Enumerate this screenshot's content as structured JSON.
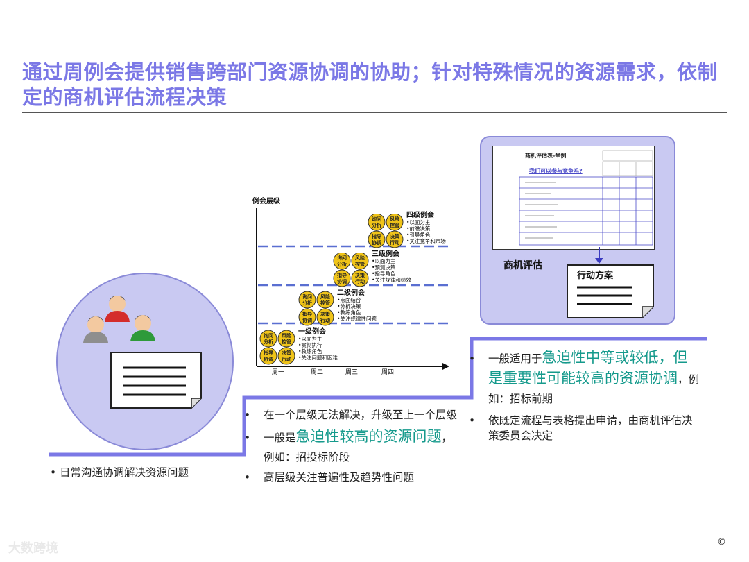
{
  "title": "通过周例会提供销售跨部门资源协调的协助；针对特殊情况的资源需求，依制定的商机评估流程决策",
  "chart": {
    "ylabel": "例会层级",
    "weeks": [
      "周一",
      "周二",
      "周三",
      "周四"
    ],
    "cells": [
      "询问分析",
      "风险控管",
      "指导协调",
      "决策行动"
    ],
    "levels": [
      {
        "name": "一级例会",
        "items": [
          "•以面为主",
          "•贯彻执行",
          "•教练角色",
          "•关注问题和困难"
        ]
      },
      {
        "name": "二级例会",
        "items": [
          "•点面结合",
          "•分析决策",
          "•教练角色",
          "•关注规律性问题"
        ]
      },
      {
        "name": "三级例会",
        "items": [
          "•以面为主",
          "•预测决策",
          "•指导角色",
          "•关注规律和绩效"
        ]
      },
      {
        "name": "四级例会",
        "items": [
          "•以面为主",
          "•前瞻决策",
          "•引导角色",
          "•关注竞争和市场"
        ]
      }
    ]
  },
  "eval_form": {
    "title": "商机评估表-举例",
    "question": "我们可以参与竞争吗?",
    "caption": "商机评估",
    "action": "行动方案"
  },
  "steps": [
    {
      "bullets": [
        {
          "text": "日常沟通协调解决资源问题"
        }
      ]
    },
    {
      "bullets": [
        {
          "text": "在一个层级无法解决，升级至上一个层级"
        },
        {
          "pre": "一般是",
          "hl": "急迫性较高的资源问题",
          "post": "，例如：招投标阶段"
        },
        {
          "text": "高层级关注普遍性及趋势性问题"
        }
      ]
    },
    {
      "bullets": [
        {
          "pre": "一般适用于",
          "hl": "急迫性中等或较低，但是重要性可能较高的资源协调",
          "post": "，例如：招标前期"
        },
        {
          "text": "依既定流程与表格提出申请，由商机评估决策委员会决定"
        }
      ]
    }
  ],
  "bullet_symbol": "•",
  "watermark": "大数跨境",
  "copyright": "©",
  "colors": {
    "title": "#7b78e6",
    "step": "#7b78e6",
    "circle": "#c9c9f2",
    "highlight": "#159a8c",
    "cell": "#f0c419"
  }
}
